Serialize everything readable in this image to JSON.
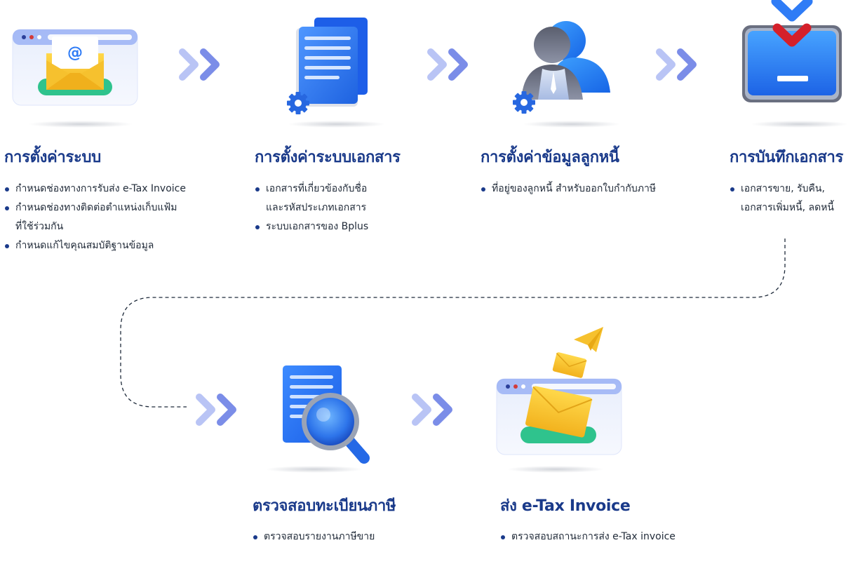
{
  "steps": [
    {
      "title": "การตั้งค่าระบบ",
      "bullets": [
        [
          "กำหนดช่องทางการรับส่ง e-Tax Invoice"
        ],
        [
          "กำหนดช่องทางติดต่อตำแหน่งเก็บแฟ้ม",
          "ที่ใช้ร่วมกัน"
        ],
        [
          "กำหนดแก้ไขคุณสมบัติฐานข้อมูล"
        ]
      ],
      "icon": "email-envelope-icon"
    },
    {
      "title": "การตั้งค่าระบบเอกสาร",
      "bullets": [
        [
          "เอกสารที่เกี่ยวข้องกับชื่อ",
          "และรหัสประเภทเอกสาร"
        ],
        [
          "ระบบเอกสารของ Bplus"
        ]
      ],
      "icon": "document-settings-icon"
    },
    {
      "title": "การตั้งค่าข้อมูลลูกหนี้",
      "bullets": [
        [
          "ที่อยู่ของลูกหนี้ สำหรับออกใบกำกับภาษี"
        ]
      ],
      "icon": "customer-settings-icon"
    },
    {
      "title": "การบันทึกเอกสาร",
      "bullets": [
        [
          "เอกสารขาย, รับคืน,",
          "เอกสารเพิ่มหนี้, ลดหนี้"
        ]
      ],
      "icon": "save-download-icon"
    },
    {
      "title": "ตรวจสอบทะเบียนภาษี",
      "bullets": [
        [
          "ตรวจสอบรายงานภาษีขาย"
        ]
      ],
      "icon": "document-search-icon"
    },
    {
      "title": "ส่ง e-Tax Invoice",
      "bullets": [
        [
          "ตรวจสอบสถานะการส่ง e-Tax invoice"
        ]
      ],
      "icon": "send-mail-icon"
    }
  ],
  "colors": {
    "title": "#1a3a8a",
    "accent_blue": "#2f7cf6",
    "arrow_light": "#b9c4f5",
    "arrow_dark": "#7b8de8",
    "envelope": "#f6c12e",
    "green_base": "#2fc38d",
    "check_red": "#d4202a"
  }
}
